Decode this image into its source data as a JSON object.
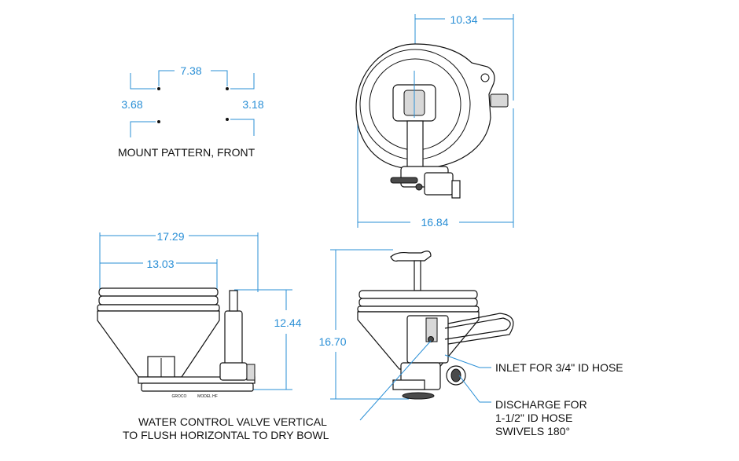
{
  "colors": {
    "dimension": "#2a8fd6",
    "outline": "#111111",
    "background": "#ffffff"
  },
  "mount_pattern": {
    "width": "7.38",
    "left_height": "3.68",
    "right_height": "3.18",
    "caption": "MOUNT PATTERN, FRONT"
  },
  "top_view": {
    "width_top": "10.34",
    "width_bottom": "16.84"
  },
  "front_view": {
    "overall_width": "17.29",
    "bowl_width": "13.03",
    "height": "12.44",
    "plate_left": "GROCO",
    "plate_right": "MODEL HF"
  },
  "side_view": {
    "height": "16.70"
  },
  "callouts": {
    "water_valve_line1": "WATER CONTROL VALVE  VERTICAL",
    "water_valve_line2": "TO FLUSH HORIZONTAL TO DRY BOWL",
    "inlet": "INLET FOR 3/4\" ID HOSE",
    "discharge_line1": "DISCHARGE FOR",
    "discharge_line2": "1-1/2\" ID HOSE",
    "discharge_line3": "SWIVELS 180°"
  }
}
